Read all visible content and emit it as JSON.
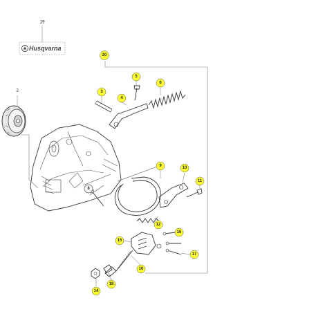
{
  "diagram": {
    "brand_logo_text": "Husqvarna",
    "highlight_color": "#ffff33",
    "callouts": [
      {
        "id": "19",
        "highlighted": false,
        "circled": false
      },
      {
        "id": "2",
        "highlighted": false,
        "circled": false
      },
      {
        "id": "20",
        "highlighted": true,
        "circled": true
      },
      {
        "id": "3",
        "highlighted": true,
        "circled": true
      },
      {
        "id": "4",
        "highlighted": true,
        "circled": true
      },
      {
        "id": "5",
        "highlighted": true,
        "circled": true
      },
      {
        "id": "6",
        "highlighted": true,
        "circled": true
      },
      {
        "id": "9",
        "highlighted": true,
        "circled": true
      },
      {
        "id": "10",
        "highlighted": true,
        "circled": true
      },
      {
        "id": "11",
        "highlighted": true,
        "circled": true
      },
      {
        "id": "8",
        "highlighted": false,
        "circled": true
      },
      {
        "id": "12",
        "highlighted": true,
        "circled": true
      },
      {
        "id": "16",
        "highlighted": true,
        "circled": true
      },
      {
        "id": "15",
        "highlighted": true,
        "circled": true
      },
      {
        "id": "17",
        "highlighted": true,
        "circled": true
      },
      {
        "id": "10",
        "highlighted": true,
        "circled": true
      },
      {
        "id": "18",
        "highlighted": true,
        "circled": true
      },
      {
        "id": "14",
        "highlighted": true,
        "circled": true
      }
    ]
  }
}
